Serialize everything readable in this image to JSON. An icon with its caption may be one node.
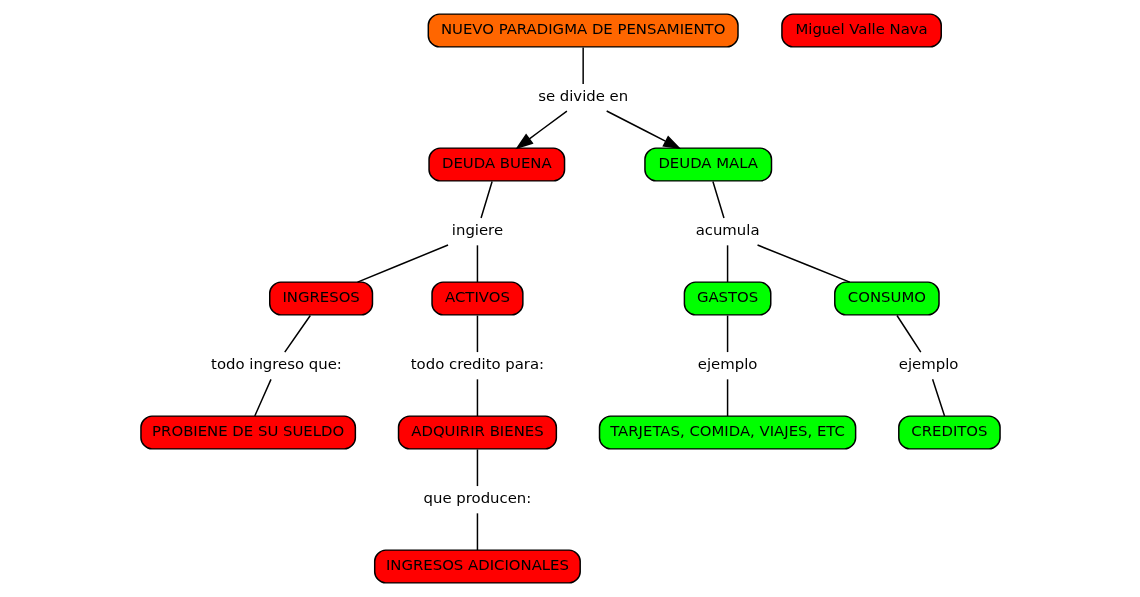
{
  "diagram": {
    "nodes": [
      {
        "text": [
          "NUEVO PARADIGMA DE PENSAMIENTO"
        ]
      },
      {
        "text": [
          "se divide en"
        ]
      },
      {
        "text": [
          "DEUDA BUENA"
        ]
      },
      {
        "text": [
          "DEUDA MALA"
        ]
      },
      {
        "text": [
          "Miguel Valle Nava"
        ]
      },
      {
        "text": [
          "ingiere"
        ]
      },
      {
        "text": [
          "INGRESOS"
        ]
      },
      {
        "text": [
          "ACTIVOS"
        ]
      },
      {
        "text": [
          "todo ingreso que:"
        ]
      },
      {
        "text": [
          "PROBIENE DE SU SUELDO"
        ]
      },
      {
        "text": [
          "todo credito para:"
        ]
      },
      {
        "text": [
          "ADQUIRIR BIENES"
        ]
      },
      {
        "text": [
          "que producen:"
        ]
      },
      {
        "text": [
          "INGRESOS ADICIONALES"
        ]
      },
      {
        "text": [
          "acumula"
        ]
      },
      {
        "text": [
          "GASTOS"
        ]
      },
      {
        "text": [
          "CONSUMO"
        ]
      },
      {
        "text": [
          "ejemplo"
        ]
      },
      {
        "text": [
          "TARJETAS, COMIDA, VIAJES, ETC"
        ]
      },
      {
        "text": [
          "ejemplo"
        ]
      },
      {
        "text": [
          "CREDITOS"
        ]
      }
    ],
    "edges": [
      {
        "from": 0,
        "to": 1,
        "arrow": "none"
      },
      {
        "from": 1,
        "to": 2,
        "arrow": "to"
      },
      {
        "from": 1,
        "to": 3,
        "arrow": "to"
      },
      {
        "from": 2,
        "to": 5,
        "arrow": "none"
      },
      {
        "from": 5,
        "to": 6,
        "arrow": "none"
      },
      {
        "from": 5,
        "to": 7,
        "arrow": "none"
      },
      {
        "from": 6,
        "to": 8,
        "arrow": "none"
      },
      {
        "from": 8,
        "to": 9,
        "arrow": "none"
      },
      {
        "from": 7,
        "to": 10,
        "arrow": "none"
      },
      {
        "from": 10,
        "to": 11,
        "arrow": "none"
      },
      {
        "from": 11,
        "to": 12,
        "arrow": "none"
      },
      {
        "from": 12,
        "to": 13,
        "arrow": "none"
      },
      {
        "from": 3,
        "to": 14,
        "arrow": "none"
      },
      {
        "from": 14,
        "to": 15,
        "arrow": "none"
      },
      {
        "from": 14,
        "to": 16,
        "arrow": "none"
      },
      {
        "from": 15,
        "to": 17,
        "arrow": "none"
      },
      {
        "from": 17,
        "to": 18,
        "arrow": "none"
      },
      {
        "from": 16,
        "to": 19,
        "arrow": "none"
      },
      {
        "from": 19,
        "to": 20,
        "arrow": "none"
      }
    ]
  }
}
